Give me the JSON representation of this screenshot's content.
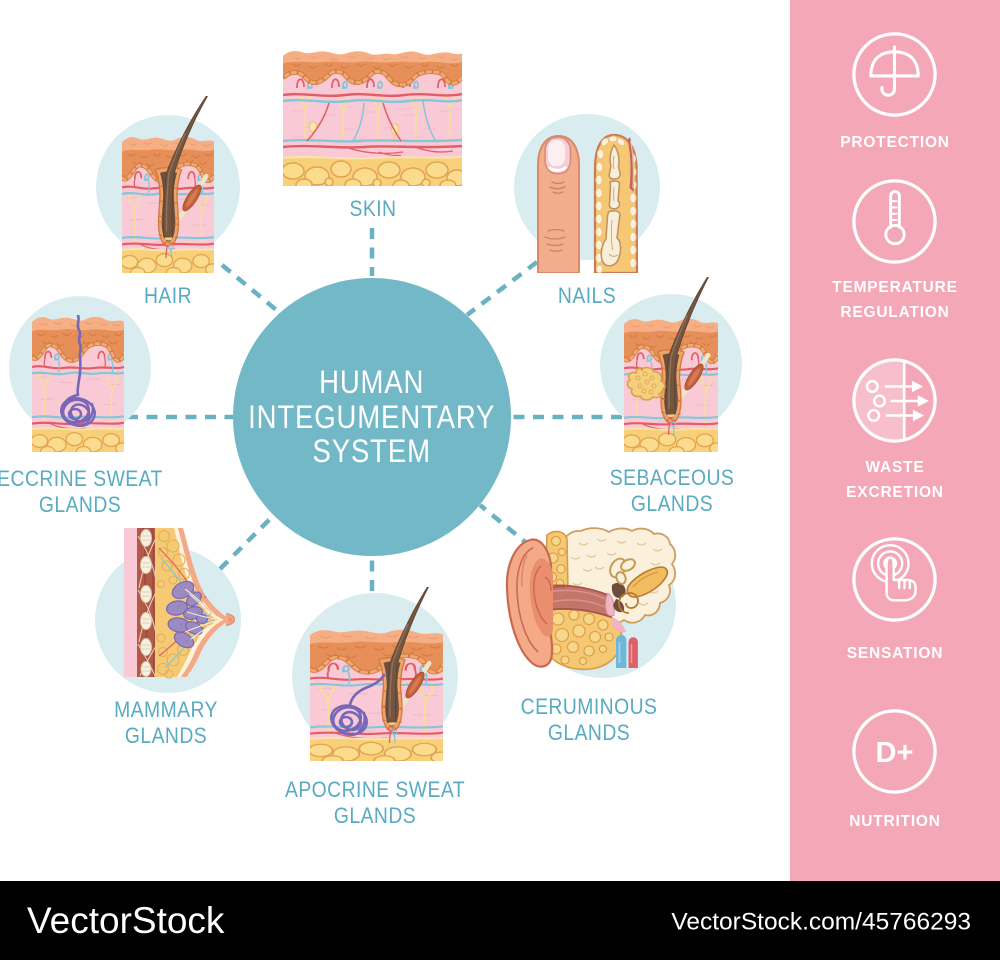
{
  "page": {
    "title": "Human Integumentary System flat infographic"
  },
  "colors": {
    "accent_teal": "#72b8c6",
    "label_teal": "#58abc1",
    "connector_teal": "#68b2c3",
    "sidebar_pink": "#f3a7b7",
    "node_halo_blue": "#d9edf0",
    "footer_black": "#000000",
    "text_white": "#ffffff"
  },
  "center": {
    "title": "HUMAN\nINTEGUMENTARY\nSYSTEM"
  },
  "nodes": {
    "skin": {
      "label": "SKIN"
    },
    "hair": {
      "label": "HAIR"
    },
    "nails": {
      "label": "NAILS"
    },
    "eccrine": {
      "label": "ECCRINE SWEAT\nGLANDS"
    },
    "sebaceous": {
      "label": "SEBACEOUS\nGLANDS"
    },
    "mammary": {
      "label": "MAMMARY\nGLANDS"
    },
    "apocrine": {
      "label": "APOCRINE SWEAT\nGLANDS"
    },
    "ceruminous": {
      "label": "CERUMINOUS\nGLANDS"
    }
  },
  "sidebar": {
    "functions": [
      {
        "icon": "umbrella-icon",
        "label": "PROTECTION"
      },
      {
        "icon": "thermometer-icon",
        "label": "TEMPERATURE\nREGULATION"
      },
      {
        "icon": "waste-arrows-icon",
        "label": "WASTE\nEXCRETION"
      },
      {
        "icon": "touch-icon",
        "label": "SENSATION"
      },
      {
        "icon": "d-plus-icon",
        "label": "NUTRITION",
        "badge_text": "D+"
      }
    ]
  },
  "footer": {
    "logo_text": "VectorStock",
    "image_url_text": "VectorStock.com/45766293"
  }
}
